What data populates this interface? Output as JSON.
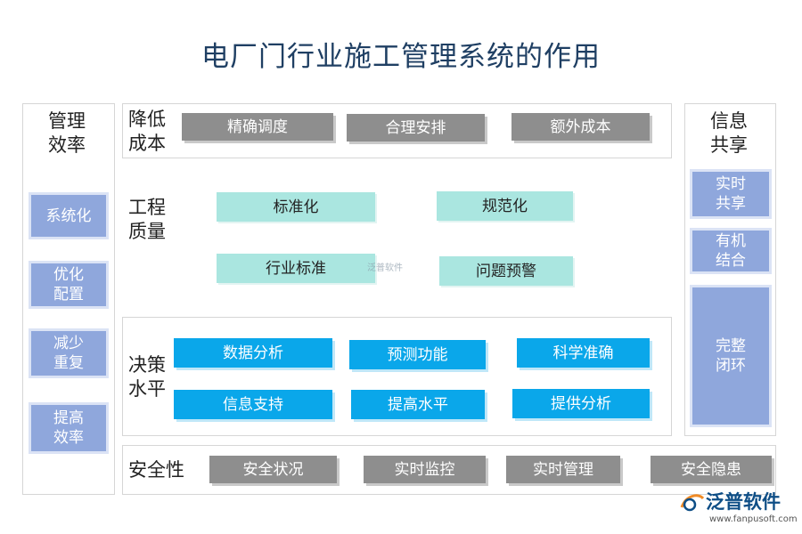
{
  "title": "电厂门行业施工管理系统的作用",
  "left": {
    "heading": "管理\n效率",
    "items": [
      "系统化",
      "优化\n配置",
      "减少\n重复",
      "提高\n效率"
    ]
  },
  "right": {
    "heading": "信息\n共享",
    "items": [
      "实时\n共享",
      "有机\n结合",
      "完整\n闭环"
    ]
  },
  "cost": {
    "heading": "降低\n成本",
    "items": [
      "精确调度",
      "合理安排",
      "额外成本"
    ]
  },
  "quality": {
    "heading": "工程\n质量",
    "items": [
      "标准化",
      "规范化",
      "行业标准",
      "问题预警"
    ]
  },
  "decision": {
    "heading": "决策\n水平",
    "items": [
      "数据分析",
      "预测功能",
      "科学准确",
      "信息支持",
      "提高水平",
      "提供分析"
    ]
  },
  "safety": {
    "heading": "安全性",
    "items": [
      "安全状况",
      "实时监控",
      "实时管理",
      "安全隐患"
    ]
  },
  "watermark": "泛普软件",
  "logo": {
    "name": "泛普软件",
    "url": "www.fanpusoft.com"
  },
  "colors": {
    "gray": "#8e8e8e",
    "teal": "#aae6e0",
    "blue": "#0aa7ea",
    "periwinkle": "#8fa7dc",
    "title": "#1f3f63"
  }
}
